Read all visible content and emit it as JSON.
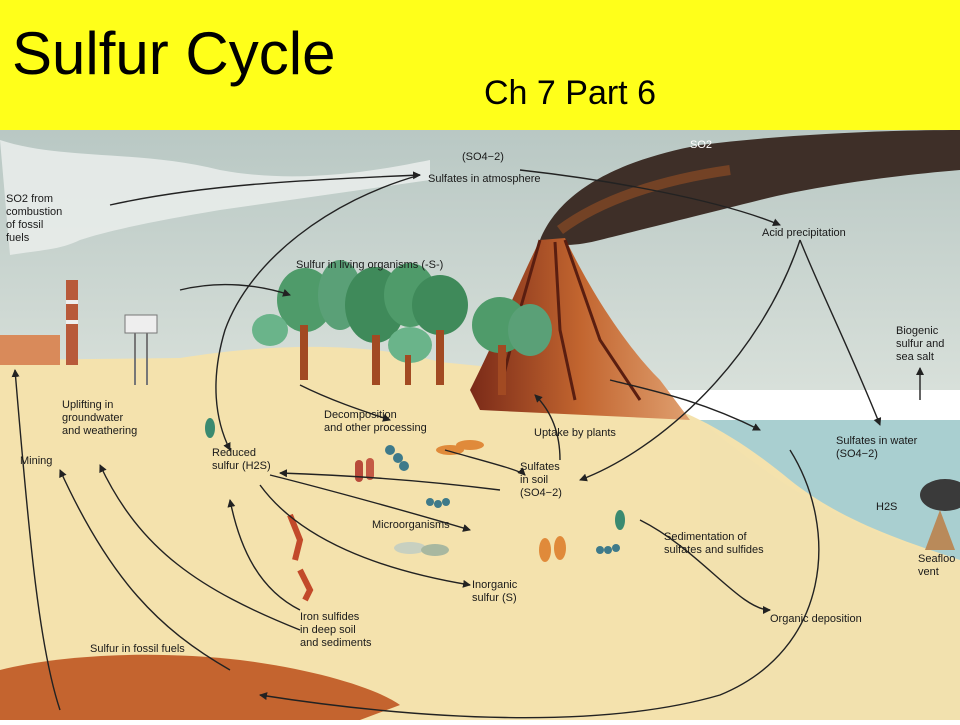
{
  "header": {
    "title": "Sulfur Cycle",
    "subtitle": "Ch 7 Part 6"
  },
  "labels": {
    "so2_top": "SO2",
    "so4_atm": "(SO4−2)",
    "sulfates_atmosphere": "Sulfates in atmosphere",
    "so2_from": "SO2 from",
    "combustion": "combustion",
    "of_fossil": "of fossil",
    "fuels": "fuels",
    "acid_precip": "Acid precipitation",
    "living": "Sulfur in living organisms (-S-)",
    "biogenic_1": "Biogenic",
    "biogenic_2": "sulfur and",
    "biogenic_3": "sea salt",
    "uplifting_1": "Uplifting in",
    "uplifting_2": "groundwater",
    "uplifting_3": "and weathering",
    "decomp_1": "Decomposition",
    "decomp_2": "and other processing",
    "uptake": "Uptake by plants",
    "sulfates_water_1": "Sulfates in water",
    "sulfates_water_2": "(SO4−2)",
    "mining": "Mining",
    "reduced_1": "Reduced",
    "reduced_2": "sulfur (H2S)",
    "soil_1": "Sulfates",
    "soil_2": "in soil",
    "soil_3": "(SO4−2)",
    "h2s": "H2S",
    "microorganisms": "Microorganisms",
    "sediment_1": "Sedimentation of",
    "sediment_2": "sulfates and sulfides",
    "seafloor_1": "Seafloo",
    "seafloor_2": "vent",
    "inorganic_1": "Inorganic",
    "inorganic_2": "sulfur (S)",
    "iron_1": "Iron sulfides",
    "iron_2": "in deep soil",
    "iron_3": "and sediments",
    "organic_dep": "Organic deposition",
    "fossil_fuels": "Sulfur in fossil fuels"
  },
  "colors": {
    "header_bg": "#ffff1a",
    "sky": "#c9d6d2",
    "ground": "#f4e2ad",
    "water": "#a9cfd0",
    "smoke": "#4a3a30",
    "volcano": "#b5532a",
    "tree": "#4f9b6a",
    "trunk": "#a24a22",
    "fossil": "#c4642f"
  }
}
